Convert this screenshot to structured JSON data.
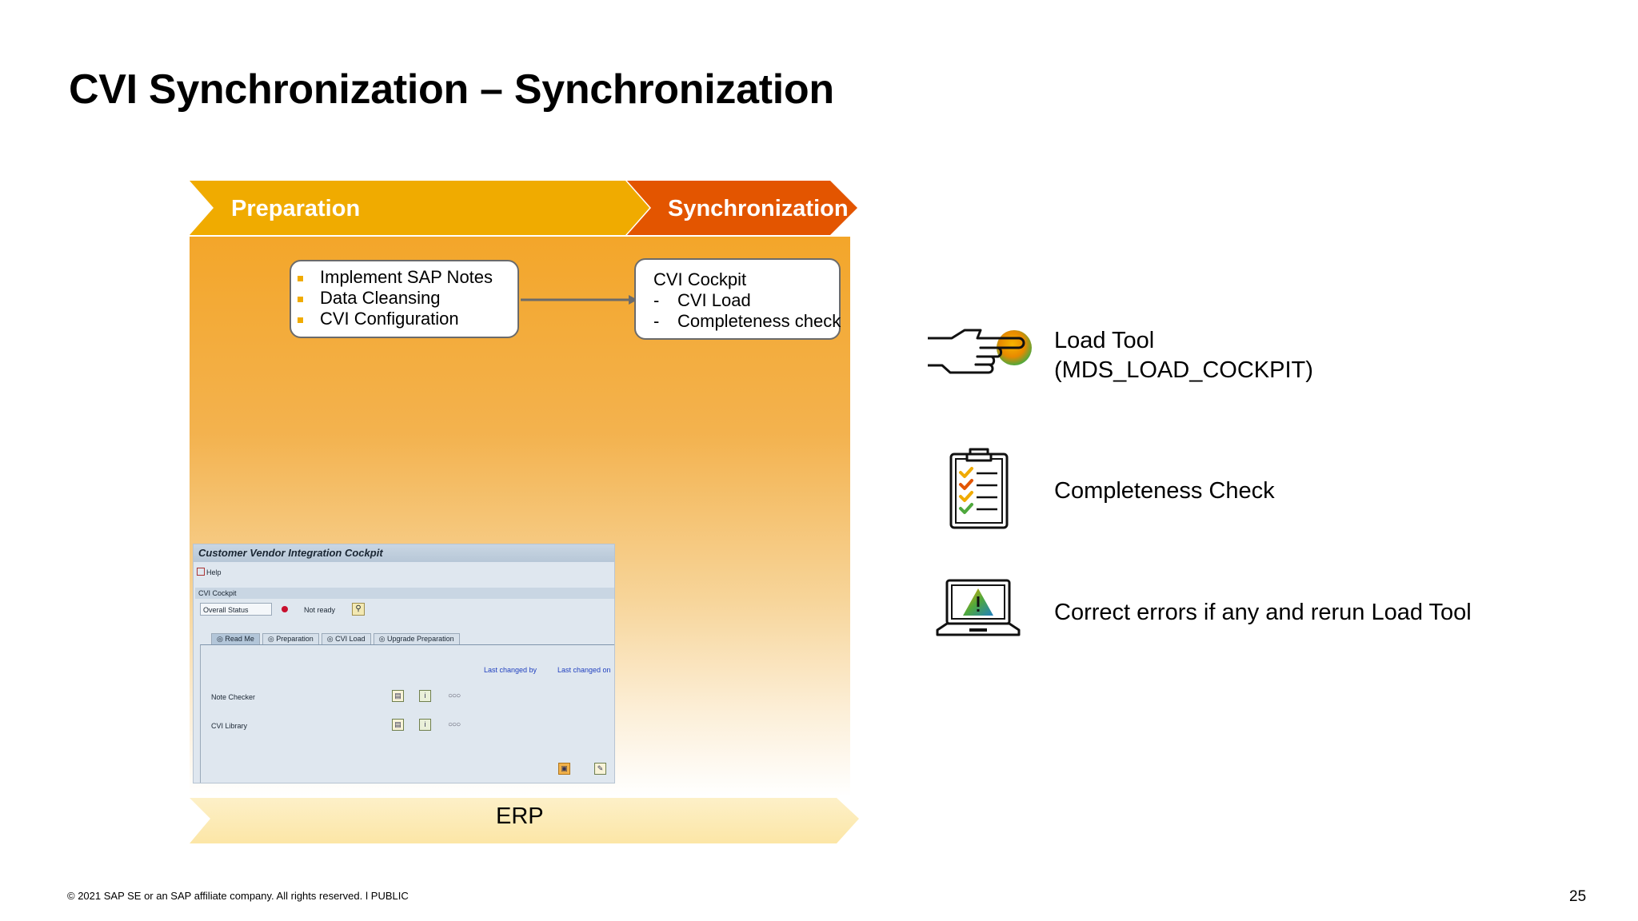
{
  "title": "CVI Synchronization – Synchronization",
  "phases": {
    "preparation": "Preparation",
    "synchronization": "Synchronization",
    "erp": "ERP"
  },
  "preparation_box": {
    "items": [
      "Implement SAP Notes",
      "Data Cleansing",
      "CVI Configuration"
    ]
  },
  "synchronization_box": {
    "heading": "CVI Cockpit",
    "items": [
      "CVI Load",
      "Completeness check"
    ],
    "dash": "-"
  },
  "sap_screen": {
    "title": "Customer Vendor Integration Cockpit",
    "help": "Help",
    "group": "CVI Cockpit",
    "overall_status_label": "Overall Status",
    "status_text": "Not ready",
    "tabs": [
      "Read Me",
      "Preparation",
      "CVI Load",
      "Upgrade Preparation"
    ],
    "col_last_changed_by": "Last changed by",
    "col_last_changed_on": "Last changed on",
    "rows": [
      "Note Checker",
      "CVI Library"
    ]
  },
  "actions": {
    "load_tool_line1": "Load Tool",
    "load_tool_line2": "(MDS_LOAD_COCKPIT)",
    "completeness_check": "Completeness Check",
    "correct_errors": "Correct errors if any and rerun Load Tool"
  },
  "icons": {
    "load_tool": "pointing-hand-button-icon",
    "completeness": "checklist-clipboard-icon",
    "errors": "laptop-warning-icon"
  },
  "colors": {
    "preparation": "#f0ab00",
    "synchronization": "#e35500",
    "erp": "#fdf3cc",
    "bullet": "#f0ab00"
  },
  "footer": "© 2021 SAP SE or an SAP affiliate company. All rights reserved.  ǀ  PUBLIC",
  "page_number": "25"
}
